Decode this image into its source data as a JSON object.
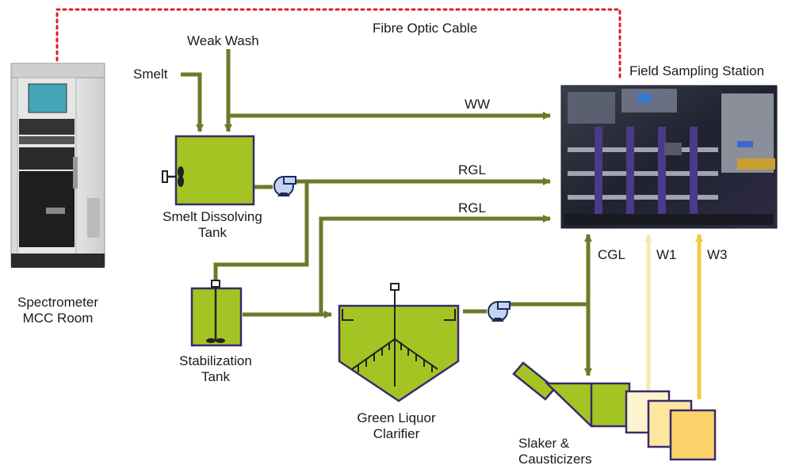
{
  "labels": {
    "fibre_optic": "Fibre Optic Cable",
    "weak_wash": "Weak Wash",
    "smelt": "Smelt",
    "field_station": "Field Sampling Station",
    "ww": "WW",
    "rgl_1": "RGL",
    "rgl_2": "RGL",
    "smelt_tank_1": "Smelt Dissolving",
    "smelt_tank_2": "Tank",
    "spectrometer_1": "Spectrometer",
    "spectrometer_2": "MCC Room",
    "cgl": "CGL",
    "w1": "W1",
    "w3": "W3",
    "stab_1": "Stabilization",
    "stab_2": "Tank",
    "clarifier_1": "Green Liquor",
    "clarifier_2": "Clarifier",
    "slaker_1": "Slaker &",
    "slaker_2": "Causticizers"
  },
  "colors": {
    "pipe": "#6b7a2a",
    "tank_fill": "#a4c424",
    "tank_stroke": "#3a2a6a",
    "fibre": "#e02020",
    "w1_line": "#f5e9b0",
    "w3_line": "#f5c842",
    "caust_1": "#fdf3cf",
    "caust_2": "#fde7a0",
    "caust_3": "#fcd36a"
  }
}
